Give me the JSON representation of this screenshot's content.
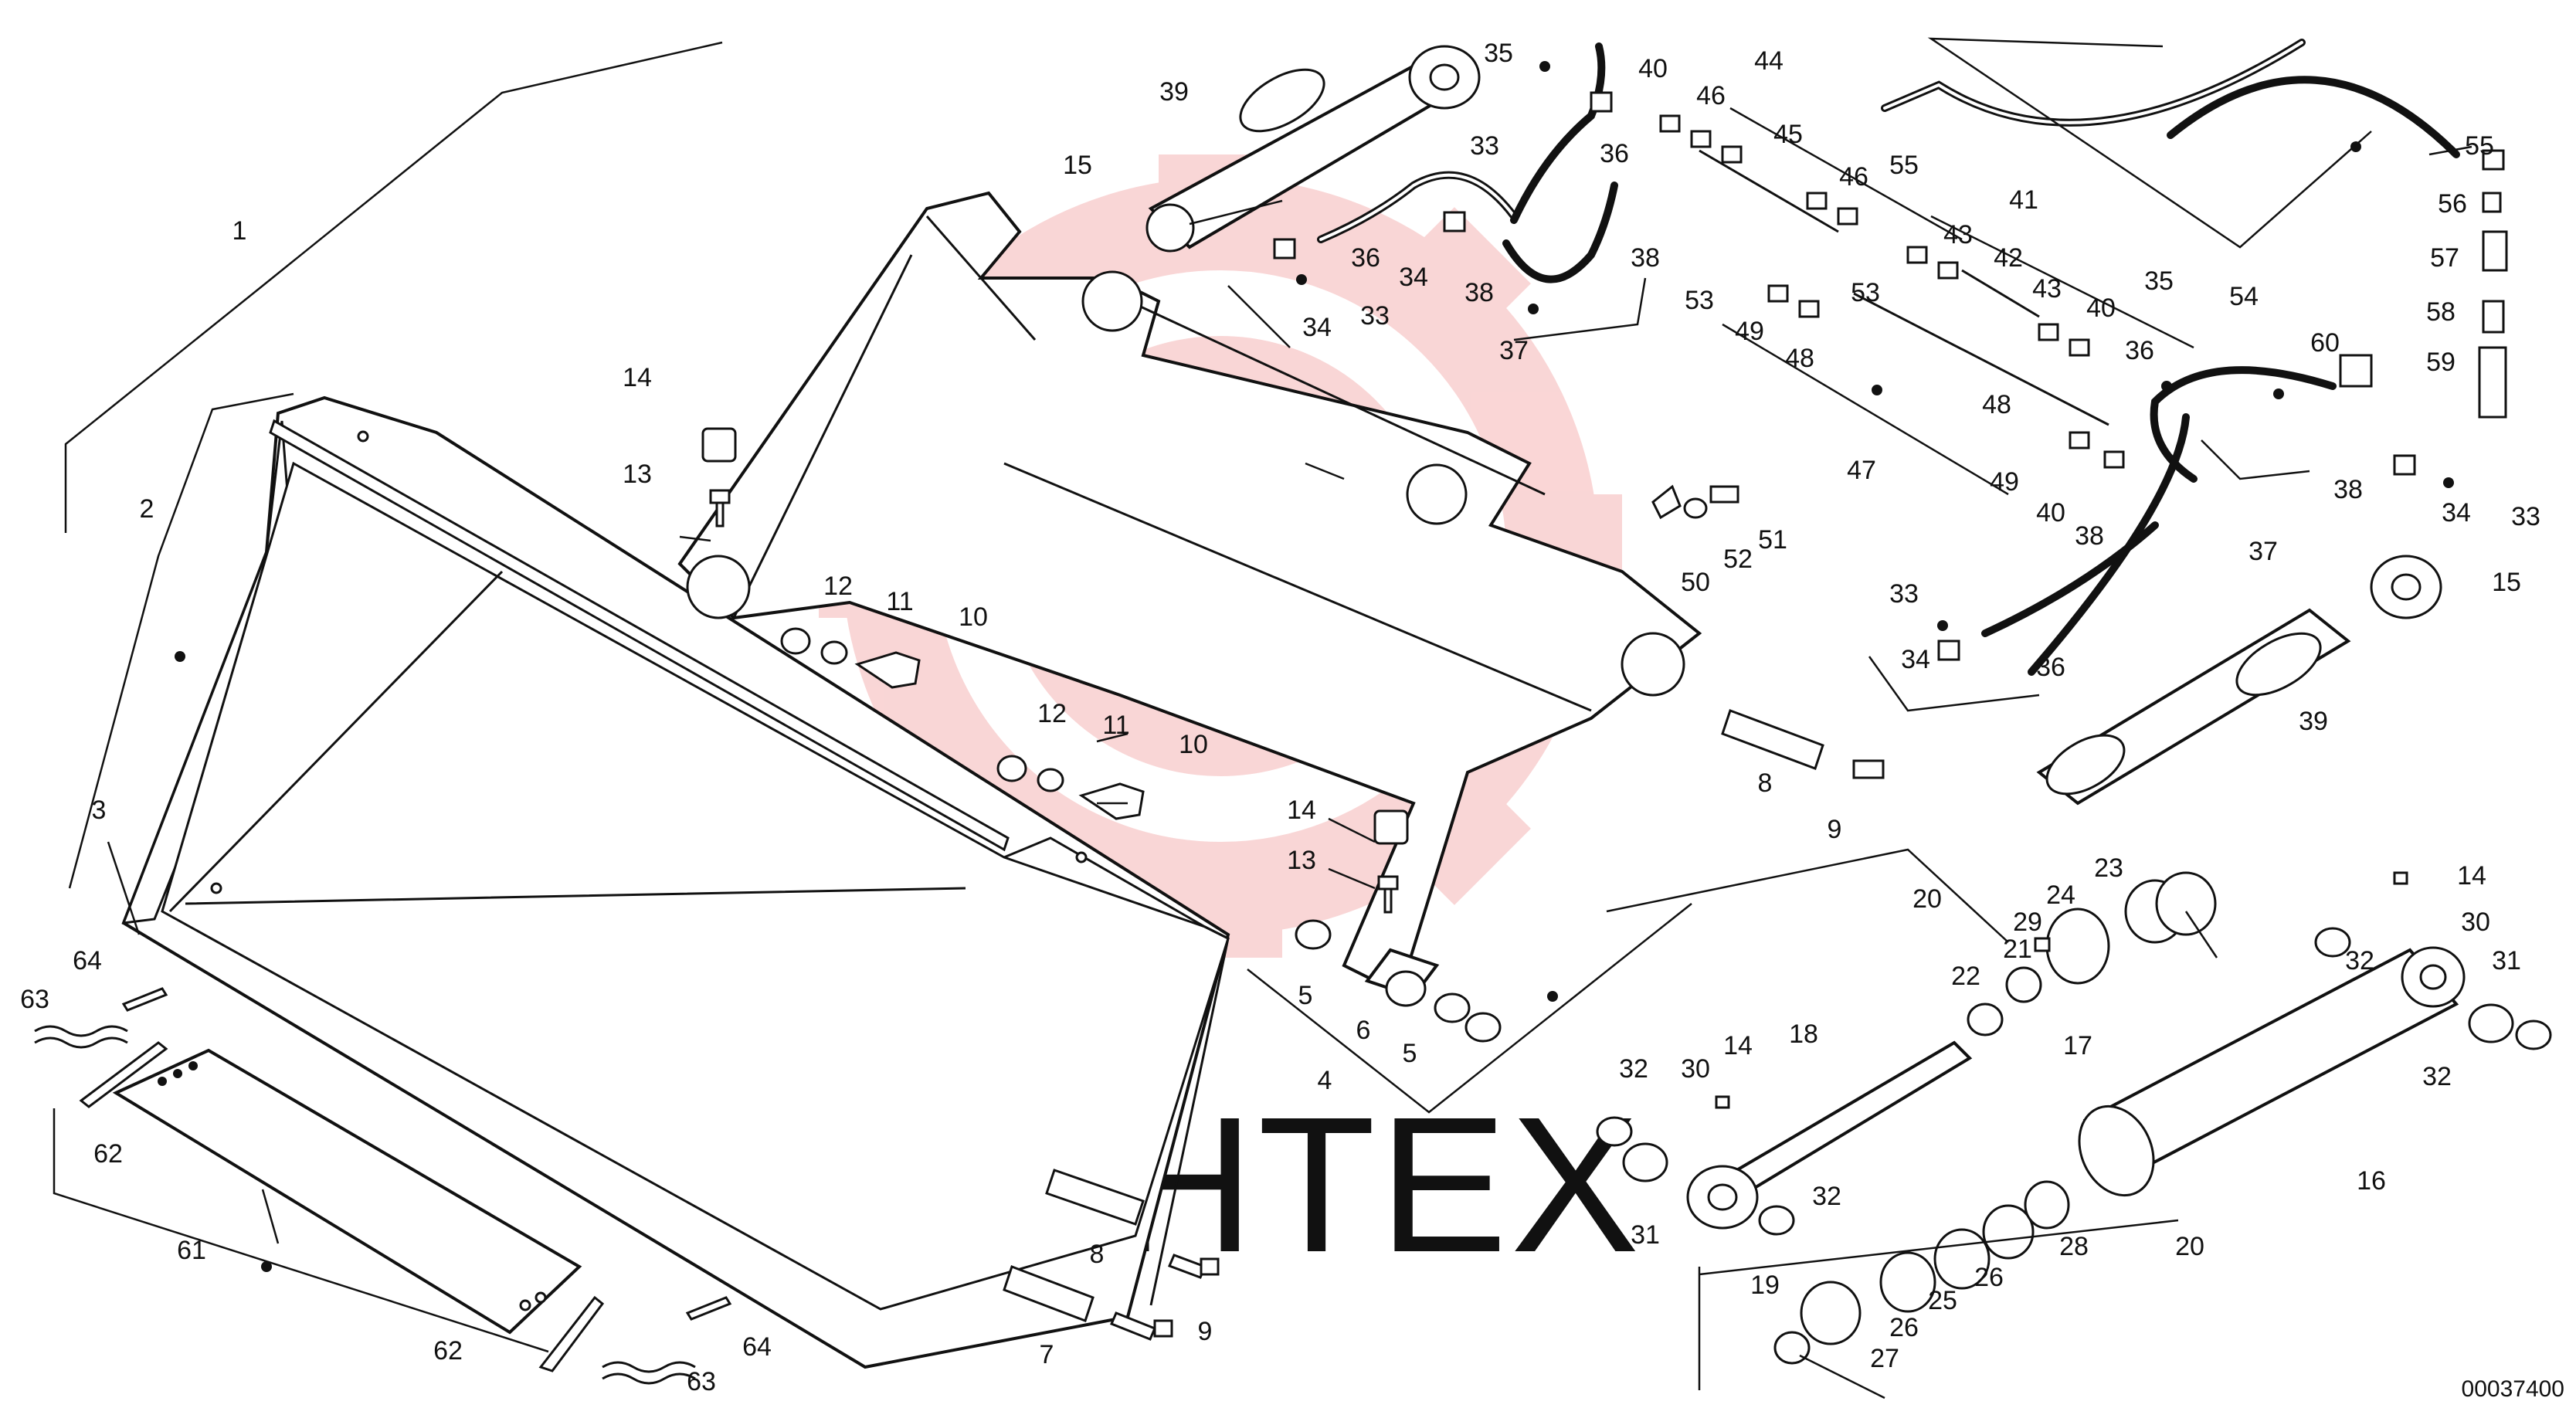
{
  "diagram": {
    "watermark_text": "ИНТЕХ",
    "watermark_color": "#f5b5b5",
    "document_number": "00037400",
    "callouts": [
      {
        "id": "c1",
        "label": "1"
      },
      {
        "id": "c2",
        "label": "2"
      },
      {
        "id": "c3",
        "label": "3"
      },
      {
        "id": "c4",
        "label": "4"
      },
      {
        "id": "c5a",
        "label": "5"
      },
      {
        "id": "c5b",
        "label": "5"
      },
      {
        "id": "c6",
        "label": "6"
      },
      {
        "id": "c7",
        "label": "7"
      },
      {
        "id": "c8a",
        "label": "8"
      },
      {
        "id": "c8b",
        "label": "8"
      },
      {
        "id": "c9a",
        "label": "9"
      },
      {
        "id": "c9b",
        "label": "9"
      },
      {
        "id": "c10a",
        "label": "10"
      },
      {
        "id": "c10b",
        "label": "10"
      },
      {
        "id": "c11a",
        "label": "11"
      },
      {
        "id": "c11b",
        "label": "11"
      },
      {
        "id": "c12a",
        "label": "12"
      },
      {
        "id": "c12b",
        "label": "12"
      },
      {
        "id": "c13a",
        "label": "13"
      },
      {
        "id": "c13b",
        "label": "13"
      },
      {
        "id": "c14a",
        "label": "14"
      },
      {
        "id": "c14b",
        "label": "14"
      },
      {
        "id": "c14c",
        "label": "14"
      },
      {
        "id": "c14d",
        "label": "14"
      },
      {
        "id": "c15a",
        "label": "15"
      },
      {
        "id": "c15b",
        "label": "15"
      },
      {
        "id": "c16",
        "label": "16"
      },
      {
        "id": "c17",
        "label": "17"
      },
      {
        "id": "c18",
        "label": "18"
      },
      {
        "id": "c19",
        "label": "19"
      },
      {
        "id": "c20a",
        "label": "20"
      },
      {
        "id": "c20b",
        "label": "20"
      },
      {
        "id": "c21",
        "label": "21"
      },
      {
        "id": "c22",
        "label": "22"
      },
      {
        "id": "c23",
        "label": "23"
      },
      {
        "id": "c24",
        "label": "24"
      },
      {
        "id": "c25",
        "label": "25"
      },
      {
        "id": "c26a",
        "label": "26"
      },
      {
        "id": "c26b",
        "label": "26"
      },
      {
        "id": "c27",
        "label": "27"
      },
      {
        "id": "c28",
        "label": "28"
      },
      {
        "id": "c29",
        "label": "29"
      },
      {
        "id": "c30a",
        "label": "30"
      },
      {
        "id": "c30b",
        "label": "30"
      },
      {
        "id": "c31a",
        "label": "31"
      },
      {
        "id": "c31b",
        "label": "31"
      },
      {
        "id": "c32a",
        "label": "32"
      },
      {
        "id": "c32b",
        "label": "32"
      },
      {
        "id": "c32c",
        "label": "32"
      },
      {
        "id": "c32d",
        "label": "32"
      },
      {
        "id": "c33a",
        "label": "33"
      },
      {
        "id": "c33b",
        "label": "33"
      },
      {
        "id": "c33c",
        "label": "33"
      },
      {
        "id": "c33d",
        "label": "33"
      },
      {
        "id": "c34a",
        "label": "34"
      },
      {
        "id": "c34b",
        "label": "34"
      },
      {
        "id": "c34c",
        "label": "34"
      },
      {
        "id": "c34d",
        "label": "34"
      },
      {
        "id": "c35a",
        "label": "35"
      },
      {
        "id": "c35b",
        "label": "35"
      },
      {
        "id": "c36a",
        "label": "36"
      },
      {
        "id": "c36b",
        "label": "36"
      },
      {
        "id": "c36c",
        "label": "36"
      },
      {
        "id": "c36d",
        "label": "36"
      },
      {
        "id": "c37a",
        "label": "37"
      },
      {
        "id": "c37b",
        "label": "37"
      },
      {
        "id": "c38a",
        "label": "38"
      },
      {
        "id": "c38b",
        "label": "38"
      },
      {
        "id": "c38c",
        "label": "38"
      },
      {
        "id": "c38d",
        "label": "38"
      },
      {
        "id": "c39a",
        "label": "39"
      },
      {
        "id": "c39b",
        "label": "39"
      },
      {
        "id": "c40a",
        "label": "40"
      },
      {
        "id": "c40b",
        "label": "40"
      },
      {
        "id": "c40c",
        "label": "40"
      },
      {
        "id": "c41",
        "label": "41"
      },
      {
        "id": "c42",
        "label": "42"
      },
      {
        "id": "c43a",
        "label": "43"
      },
      {
        "id": "c43b",
        "label": "43"
      },
      {
        "id": "c44",
        "label": "44"
      },
      {
        "id": "c45",
        "label": "45"
      },
      {
        "id": "c46a",
        "label": "46"
      },
      {
        "id": "c46b",
        "label": "46"
      },
      {
        "id": "c47",
        "label": "47"
      },
      {
        "id": "c48a",
        "label": "48"
      },
      {
        "id": "c48b",
        "label": "48"
      },
      {
        "id": "c49a",
        "label": "49"
      },
      {
        "id": "c49b",
        "label": "49"
      },
      {
        "id": "c50",
        "label": "50"
      },
      {
        "id": "c51",
        "label": "51"
      },
      {
        "id": "c52",
        "label": "52"
      },
      {
        "id": "c53a",
        "label": "53"
      },
      {
        "id": "c53b",
        "label": "53"
      },
      {
        "id": "c54",
        "label": "54"
      },
      {
        "id": "c55a",
        "label": "55"
      },
      {
        "id": "c55b",
        "label": "55"
      },
      {
        "id": "c56",
        "label": "56"
      },
      {
        "id": "c57",
        "label": "57"
      },
      {
        "id": "c58",
        "label": "58"
      },
      {
        "id": "c59",
        "label": "59"
      },
      {
        "id": "c60",
        "label": "60"
      },
      {
        "id": "c61",
        "label": "61"
      },
      {
        "id": "c62a",
        "label": "62"
      },
      {
        "id": "c62b",
        "label": "62"
      },
      {
        "id": "c63a",
        "label": "63"
      },
      {
        "id": "c63b",
        "label": "63"
      },
      {
        "id": "c64a",
        "label": "64"
      },
      {
        "id": "c64b",
        "label": "64"
      }
    ]
  }
}
